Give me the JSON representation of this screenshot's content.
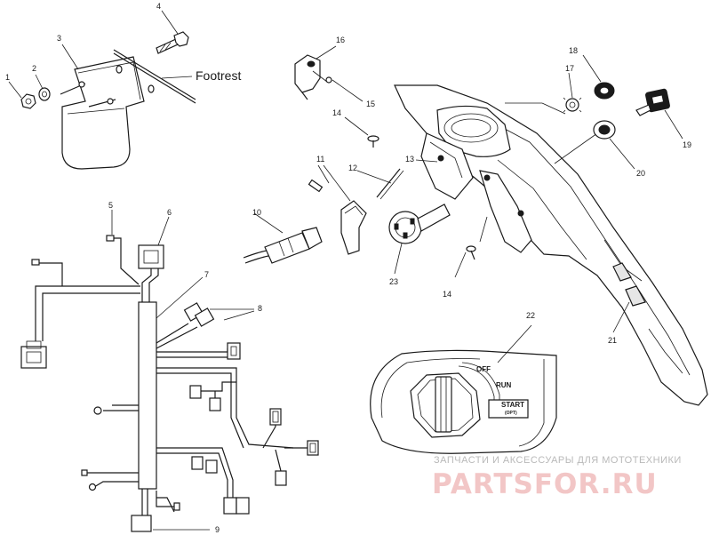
{
  "callouts": {
    "c1": "1",
    "c2": "2",
    "c3": "3",
    "c4": "4",
    "c5": "5",
    "c6": "6",
    "c7": "7",
    "c8": "8",
    "c9": "9",
    "c10": "10",
    "c11": "11",
    "c12": "12",
    "c13": "13",
    "c14a": "14",
    "c14b": "14",
    "c15": "15",
    "c16": "16",
    "c17": "17",
    "c18": "18",
    "c19": "19",
    "c20": "20",
    "c21": "21",
    "c22": "22",
    "c23": "23"
  },
  "labels": {
    "footrest": "Footrest"
  },
  "switch_panel": {
    "off": "OFF",
    "run": "RUN",
    "start": "START",
    "start_opt": "(OPT)"
  },
  "watermark": {
    "tagline": "ЗАПЧАСТИ И АКСЕССУАРЫ ДЛЯ МОТОТЕХНИКИ",
    "brand": "PARTSFOR.RU"
  }
}
